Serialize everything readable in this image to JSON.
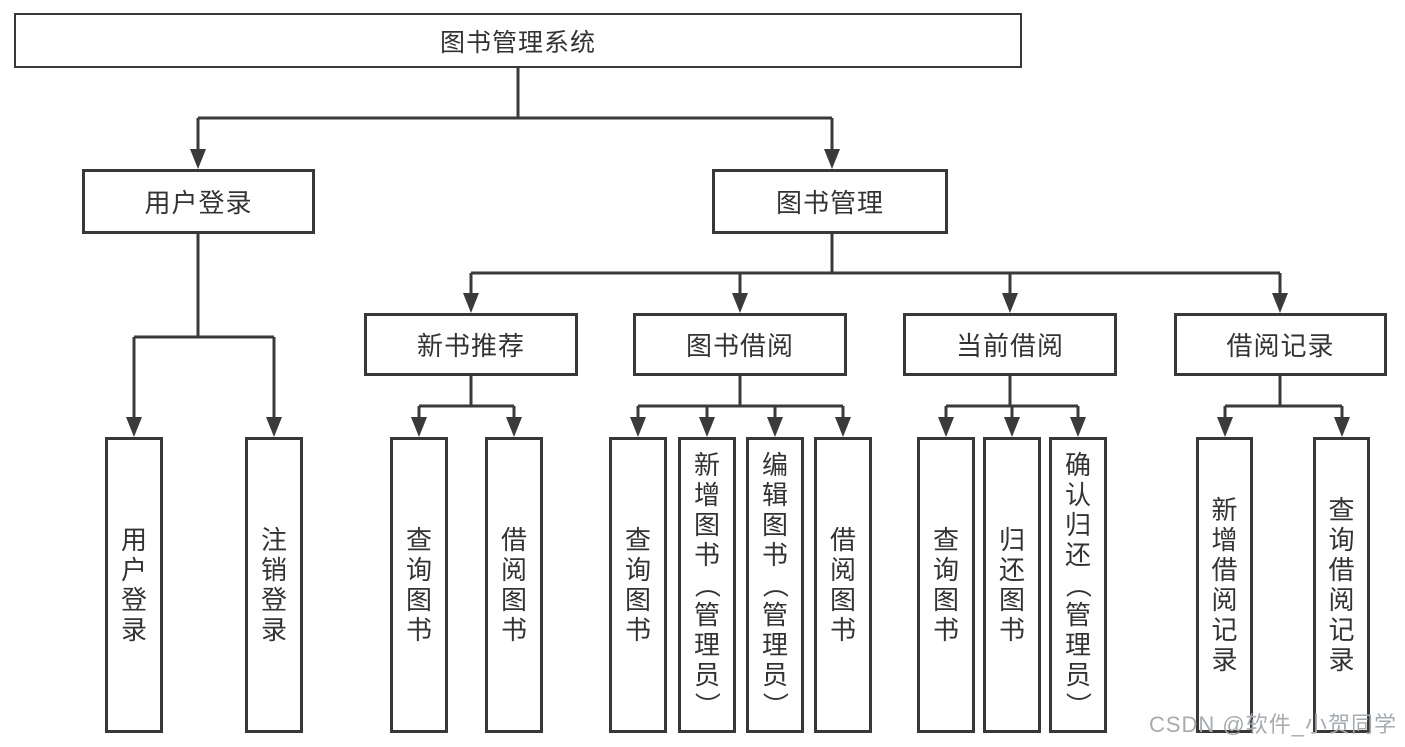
{
  "diagram": {
    "root": {
      "label": "图书管理系统"
    },
    "level2": [
      {
        "label": "用户登录"
      },
      {
        "label": "图书管理"
      }
    ],
    "level3": [
      {
        "label": "新书推荐"
      },
      {
        "label": "图书借阅"
      },
      {
        "label": "当前借阅"
      },
      {
        "label": "借阅记录"
      }
    ],
    "leaves": {
      "user_login": [
        "用户登录",
        "注销登录"
      ],
      "new_book": [
        "查询图书",
        "借阅图书"
      ],
      "book_borrow": [
        "查询图书",
        "新增图书（管理员）",
        "编辑图书（管理员）",
        "借阅图书"
      ],
      "current_borrow": [
        "查询图书",
        "归还图书",
        "确认归还（管理员）"
      ],
      "borrow_records": [
        "新增借阅记录",
        "查询借阅记录"
      ]
    }
  },
  "watermark": "CSDN @软件_小贺同学",
  "colors": {
    "line": "#3a3a3a",
    "box_border": "#383838",
    "text": "#333333",
    "watermark": "#a6abb1",
    "background": "#ffffff"
  }
}
